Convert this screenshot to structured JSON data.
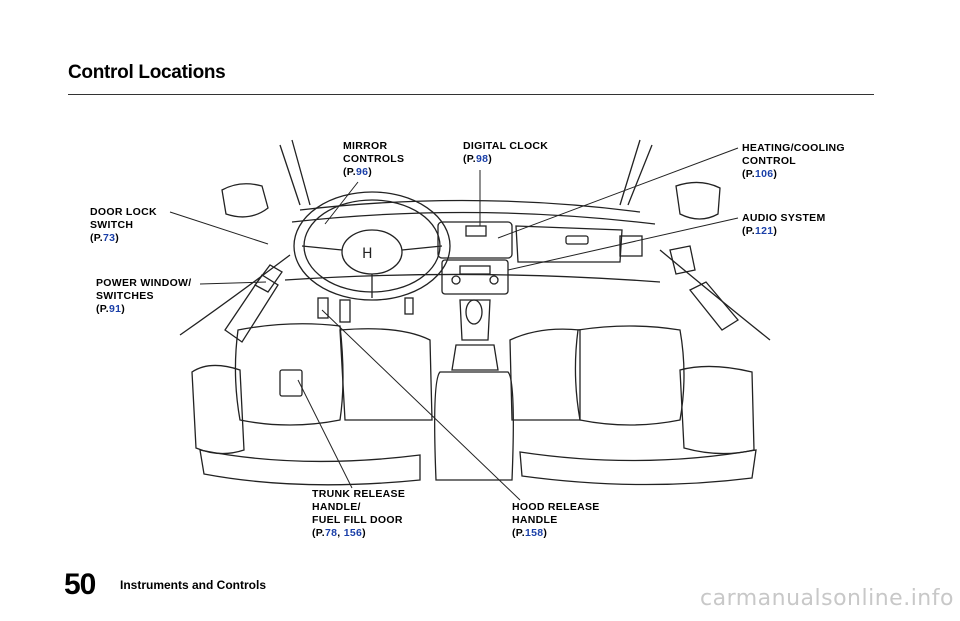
{
  "page_title": "Control Locations",
  "callouts": {
    "mirror": {
      "lines": [
        "MIRROR",
        "CONTROLS"
      ],
      "ref_prefix": "(P.",
      "refs": [
        "96"
      ],
      "ref_suffix": ")"
    },
    "clock": {
      "lines": [
        "DIGITAL CLOCK"
      ],
      "ref_prefix": "(P.",
      "refs": [
        "98"
      ],
      "ref_suffix": ")"
    },
    "heating": {
      "lines": [
        "HEATING/COOLING",
        "CONTROL"
      ],
      "ref_prefix": "(P.",
      "refs": [
        "106"
      ],
      "ref_suffix": ")"
    },
    "door_lock": {
      "lines": [
        "DOOR LOCK",
        "SWITCH"
      ],
      "ref_prefix": "(P.",
      "refs": [
        "73"
      ],
      "ref_suffix": ")"
    },
    "audio": {
      "lines": [
        "AUDIO SYSTEM"
      ],
      "ref_prefix": "(P.",
      "refs": [
        "121"
      ],
      "ref_suffix": ")"
    },
    "power_window": {
      "lines": [
        "POWER WINDOW/",
        "SWITCHES"
      ],
      "ref_prefix": "(P.",
      "refs": [
        "91"
      ],
      "ref_suffix": ")"
    },
    "trunk": {
      "lines": [
        "TRUNK RELEASE",
        "HANDLE/",
        "FUEL FILL DOOR"
      ],
      "ref_prefix": "(P.",
      "refs": [
        "78",
        "156"
      ],
      "ref_sep": ", ",
      "ref_suffix": ")"
    },
    "hood": {
      "lines": [
        "HOOD RELEASE",
        "HANDLE"
      ],
      "ref_prefix": "(P.",
      "refs": [
        "158"
      ],
      "ref_suffix": ")"
    }
  },
  "footer": {
    "page_number": "50",
    "section": "Instruments and Controls"
  },
  "watermark": "carmanualsonline.info",
  "colors": {
    "link": "#1a3fa8",
    "text": "#000000",
    "watermark": "#c8c8c8"
  }
}
